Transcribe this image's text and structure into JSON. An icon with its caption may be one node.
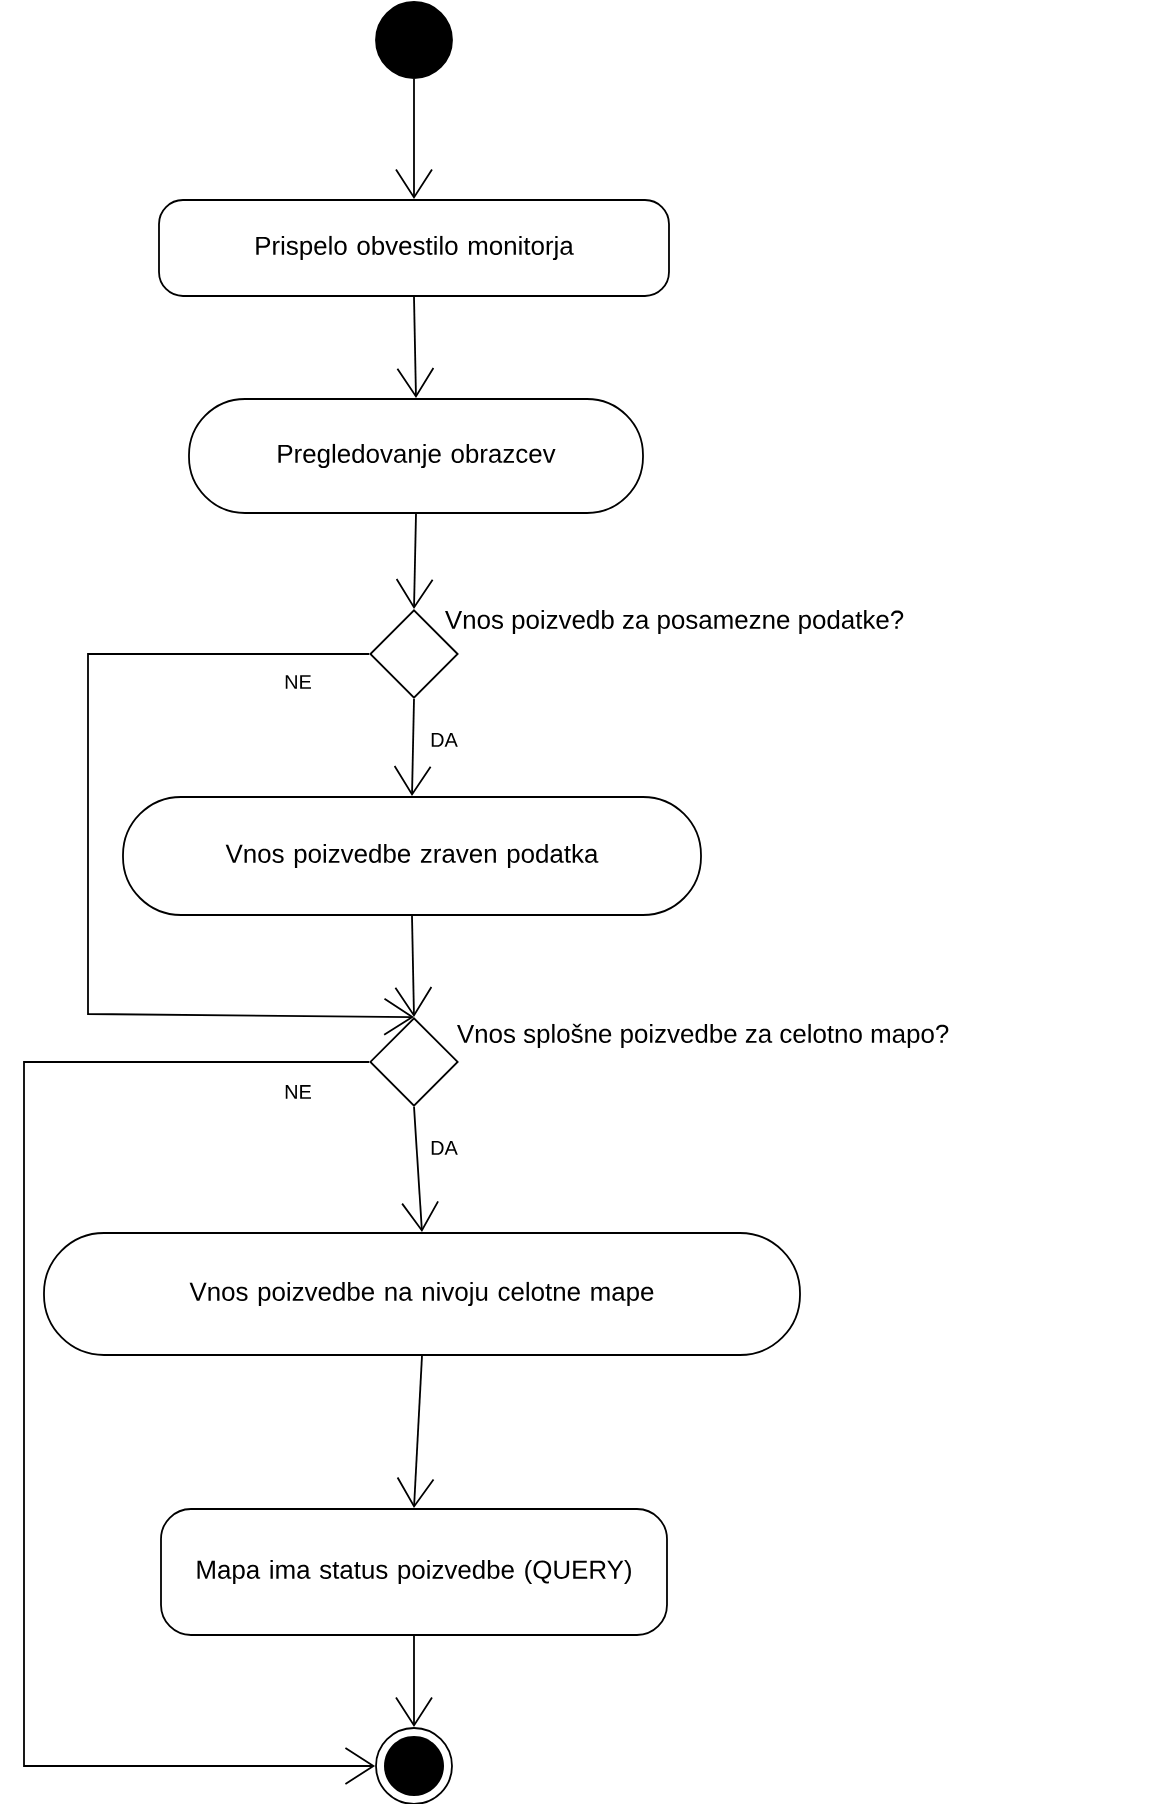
{
  "diagram": {
    "nodes": [
      {
        "text": [],
        "shape": "circle"
      },
      {
        "text": [
          "Prispelo obvestilo monitorja"
        ]
      },
      {
        "text": [
          "Pregledovanje obrazcev"
        ]
      },
      {
        "text": [],
        "shape": "diamond",
        "beside": [
          "Vnos poizvedb za posamezne podatke?"
        ]
      },
      {
        "text": [
          "Vnos poizvedbe zraven podatka"
        ]
      },
      {
        "text": [],
        "shape": "diamond",
        "beside": [
          "Vnos splošne poizvedbe za celotno mapo?"
        ]
      },
      {
        "text": [
          "Vnos poizvedbe na nivoju celotne mape"
        ]
      },
      {
        "text": [
          "Mapa ima status poizvedbe (QUERY)"
        ]
      },
      {
        "text": [],
        "shape": "circle"
      }
    ],
    "edges": [
      {
        "from": 0,
        "to": 1,
        "arrow": "to"
      },
      {
        "from": 1,
        "to": 2,
        "arrow": "to"
      },
      {
        "from": 2,
        "to": 3,
        "arrow": "to"
      },
      {
        "from": 3,
        "to": 4,
        "arrow": "to",
        "label": "DA"
      },
      {
        "from": 3,
        "to": 5,
        "arrow": "to",
        "label": "NE"
      },
      {
        "from": 4,
        "to": 5,
        "arrow": "to"
      },
      {
        "from": 5,
        "to": 6,
        "arrow": "to",
        "label": "DA"
      },
      {
        "from": 5,
        "to": 8,
        "arrow": "to",
        "label": "NE"
      },
      {
        "from": 6,
        "to": 7,
        "arrow": "to"
      },
      {
        "from": 7,
        "to": 8,
        "arrow": "to"
      }
    ]
  }
}
